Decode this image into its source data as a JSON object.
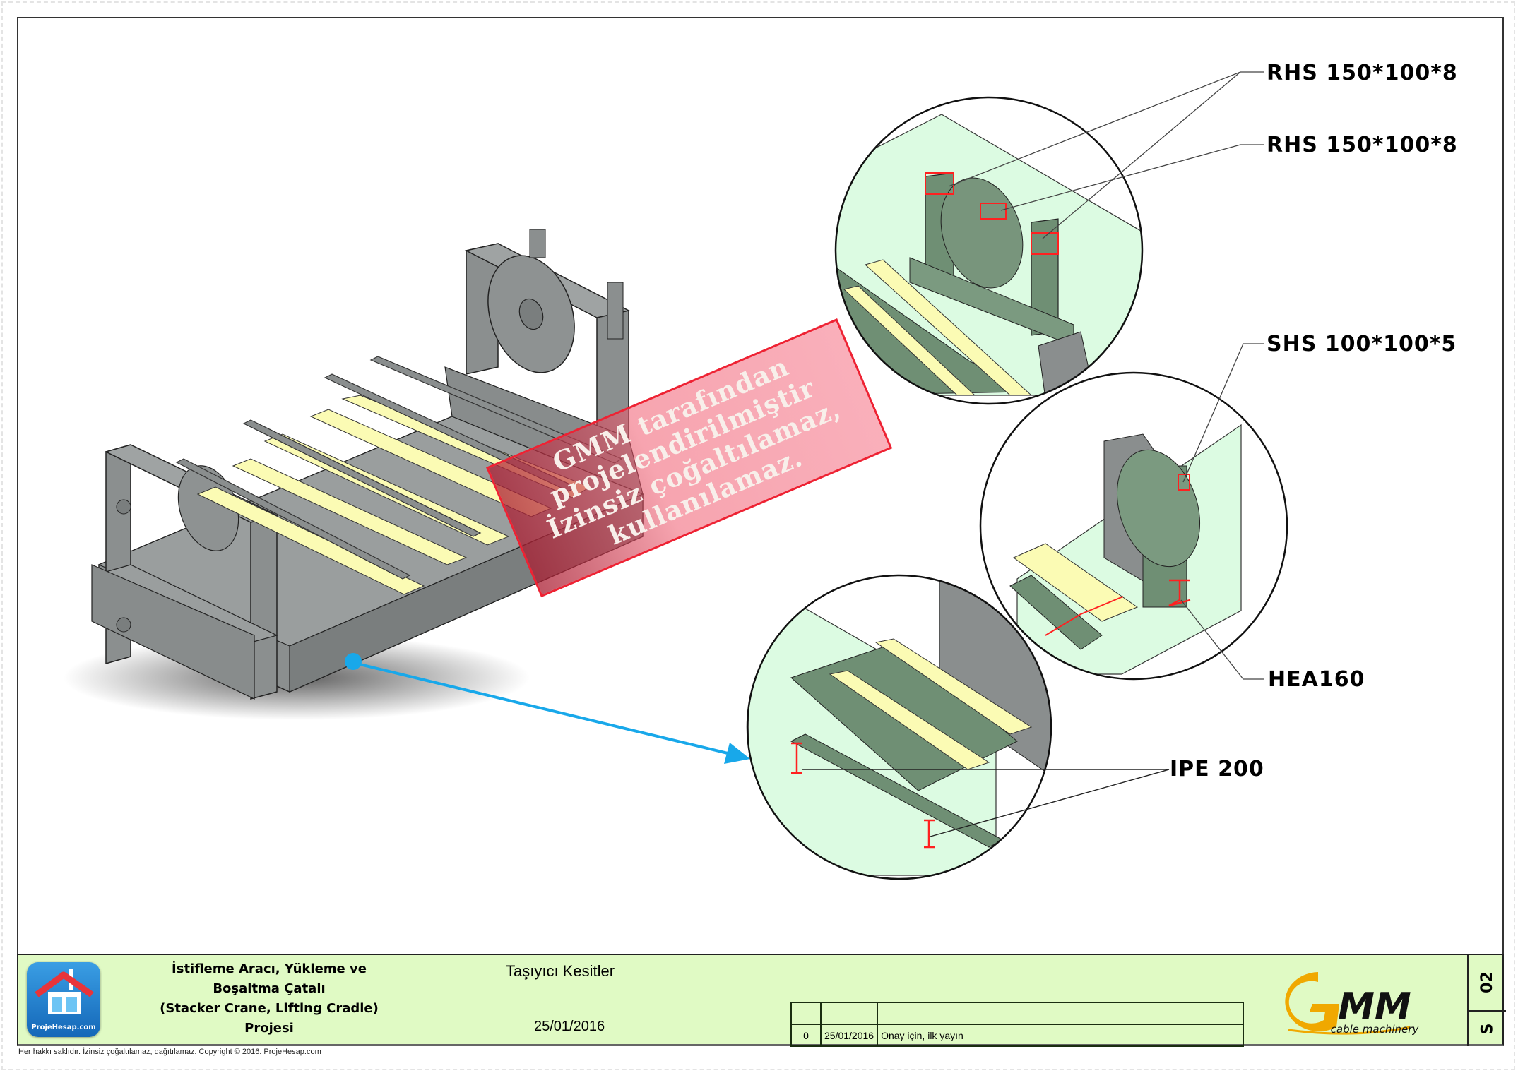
{
  "drawing": {
    "callouts": [
      {
        "id": "rhs-1",
        "label": "RHS 150*100*8"
      },
      {
        "id": "rhs-2",
        "label": "RHS 150*100*8"
      },
      {
        "id": "shs",
        "label": "SHS 100*100*5"
      },
      {
        "id": "hea",
        "label": "HEA160"
      },
      {
        "id": "ipe",
        "label": "IPE 200"
      }
    ],
    "watermark": {
      "lines": [
        "GMM tarafından",
        "projelendirilmiştir",
        "İzinsiz çoğaltılamaz,",
        "kullanılamaz."
      ],
      "color": "#ee2233"
    },
    "colors": {
      "steel": "#8a8e8e",
      "section_fill": "#dcfbe2",
      "section_steel": "#6f8f74",
      "fork_yellow": "#fbfbb4",
      "cut_edge": "#ff2020",
      "detail_arrow": "#18a8ea"
    }
  },
  "title_block": {
    "company_logo_text": "ProjeHesap.com",
    "project_title": [
      "İstifleme Aracı, Yükleme ve",
      "Boşaltma Çatalı",
      "(Stacker Crane, Lifting Cradle)",
      "Projesi"
    ],
    "sheet_title": "Taşıyıcı Kesitler",
    "date": "25/01/2016",
    "revisions": [
      {
        "rev": "",
        "date": "",
        "description": ""
      },
      {
        "rev": "0",
        "date": "25/01/2016",
        "description": "Onay için, ilk yayın"
      }
    ],
    "client_logo": {
      "main": "GMM",
      "sub": "cable machinery",
      "accent": "#f0a800"
    },
    "sheet_number": "02",
    "sheet_series": "S"
  },
  "footer": {
    "copyright": "Her hakkı saklıdır. İzinsiz çoğaltılamaz, dağıtılamaz. Copyright © 2016. ProjeHesap.com"
  }
}
